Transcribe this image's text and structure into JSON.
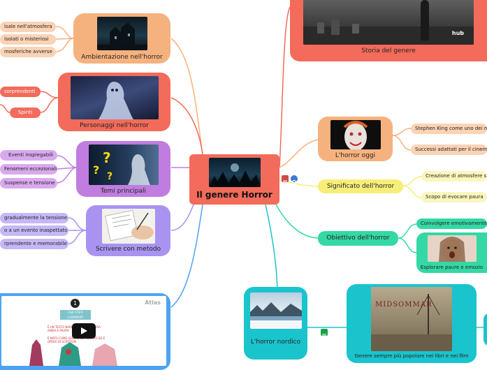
{
  "central": {
    "title": "Il genere Horror"
  },
  "colors": {
    "ambientazione": "#f6b27e",
    "personaggi": "#f26b5b",
    "temi": "#c07ddf",
    "scrivere": "#a993f0",
    "atlas": "#4da3f2",
    "storia": "#f26b5b",
    "oggi": "#f6b27e",
    "significato": "#f7ee79",
    "obiettivo": "#34d8a5",
    "nordico": "#1ac4cc"
  },
  "branches": {
    "ambientazione": {
      "label": "Ambientazione nell'horror",
      "items": [
        "isale nell'atmosfera",
        "isolati o misteriosi",
        "mosferiche avverse"
      ]
    },
    "personaggi": {
      "label": "Personaggi nell'horror",
      "items": [
        "sorprendenti",
        "Spiriti"
      ]
    },
    "temi": {
      "label": "Temi principali",
      "items": [
        "Eventi inspiegabili",
        "Fenomeni eccezionali",
        "Suspense e tensione"
      ]
    },
    "scrivere": {
      "label": "Scrivere con metodo",
      "items": [
        "gradualmente la tensione",
        "o a un evento inaspettato",
        "rprendente e memorabile"
      ]
    },
    "atlas": {
      "logo": "Atlas",
      "number": "1",
      "heading": "CHE COS'È L'HORROR?",
      "text1": "È UN TESTO NARRATIVO CHE GENERA ANSIA E PAURA",
      "text2": "È NATO COME GENERE LETTERARIO ED È OPERA DI SCRITTORI"
    },
    "storia": {
      "label": "Storia del genere",
      "badge": "hub"
    },
    "oggi": {
      "label": "L'horror oggi",
      "items": [
        "Stephen King come uno dei m",
        "Successi adattati per il cinema"
      ]
    },
    "significato": {
      "label": "Significato dell'horror",
      "items": [
        "Creazione di atmosfere s",
        "Scopo di evocare paura"
      ]
    },
    "obiettivo": {
      "label": "Obiettivo dell'horror",
      "items": [
        "Coinvolgere emotivamente",
        "Esplorare paure e emozio"
      ]
    },
    "nordico": {
      "label": "L'horror nordico",
      "subnode": "Genere sempre più popolare nei libri e nei film",
      "poster_title": "MIDSOMMAR"
    }
  }
}
